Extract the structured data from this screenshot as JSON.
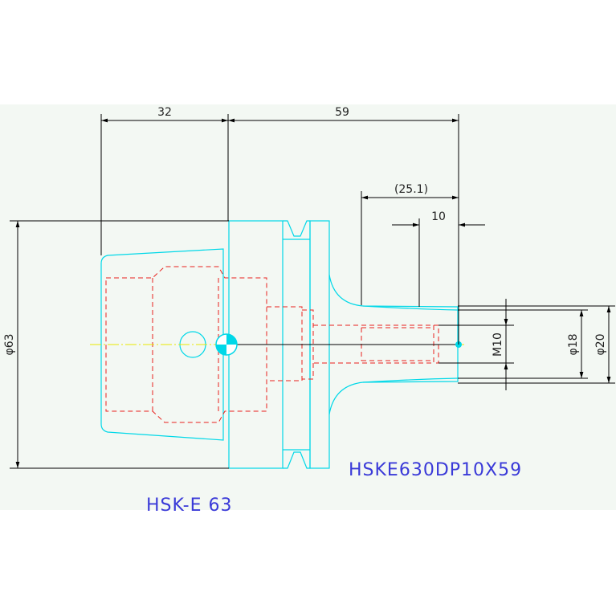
{
  "dimensions": {
    "len_32": "32",
    "len_59": "59",
    "len_25_1": "(25.1)",
    "len_10": "10",
    "dia_63": "φ63",
    "thread_m10": "M10",
    "dia_18": "φ18",
    "dia_20": "φ20"
  },
  "labels": {
    "part_code": "HSKE630DP10X59",
    "interface": "HSK-E 63"
  },
  "colors": {
    "outline": "#00d8e8",
    "hidden_lines": "#e8201c",
    "center_line": "#e8e800",
    "dimension": "#000000",
    "label": "#3a3ad8",
    "background_panel": "#f3f8f3"
  }
}
